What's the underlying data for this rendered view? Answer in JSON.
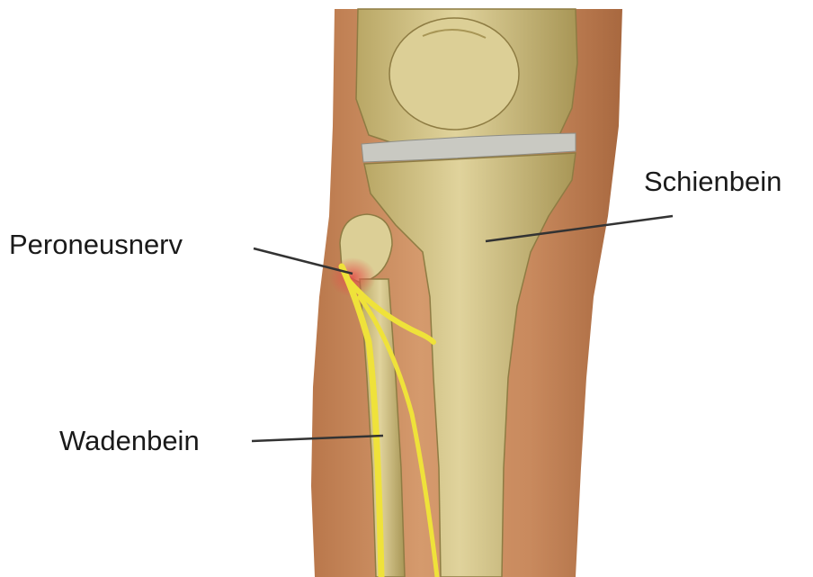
{
  "labels": {
    "schienbein": "Schienbein",
    "peroneusnerv": "Peroneusnerv",
    "wadenbein": "Wadenbein"
  },
  "colors": {
    "skin": "#c98a5e",
    "skin_shadow": "#a8683f",
    "bone": "#d6c78e",
    "bone_shadow": "#a89656",
    "cartilage": "#c9c9c2",
    "nerve": "#efe23a",
    "inflammation": "#e2534a",
    "leader_line": "#333333",
    "text": "#1a1a1a"
  }
}
